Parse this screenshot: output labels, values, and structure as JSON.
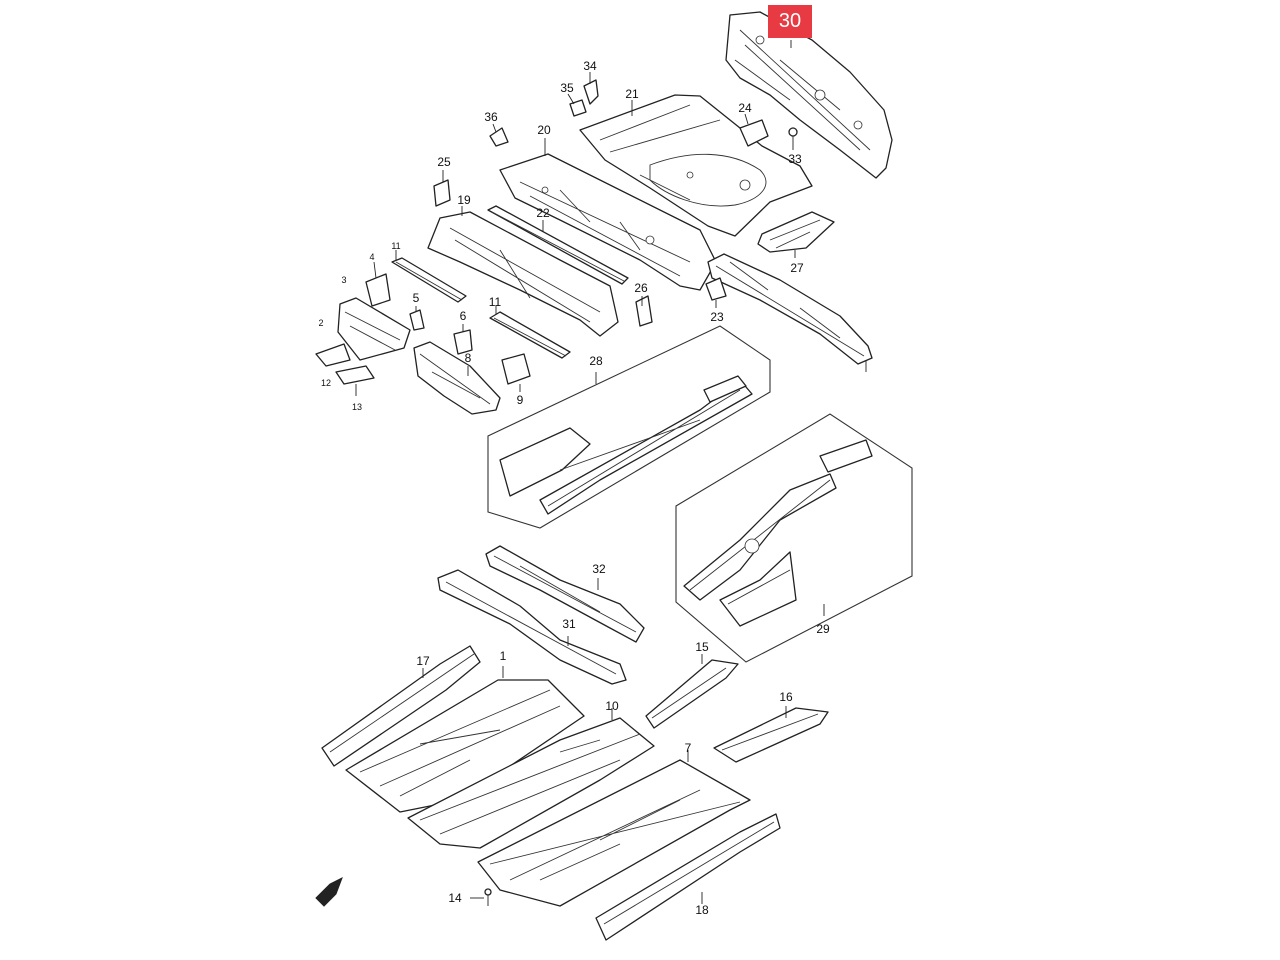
{
  "diagram": {
    "highlighted_part": "30",
    "callouts": [
      {
        "id": "c30",
        "label": "30"
      },
      {
        "id": "c34",
        "label": "34"
      },
      {
        "id": "c35",
        "label": "35"
      },
      {
        "id": "c21",
        "label": "21"
      },
      {
        "id": "c24",
        "label": "24"
      },
      {
        "id": "c33",
        "label": "33"
      },
      {
        "id": "c36",
        "label": "36"
      },
      {
        "id": "c20",
        "label": "20"
      },
      {
        "id": "c25",
        "label": "25"
      },
      {
        "id": "c19",
        "label": "19"
      },
      {
        "id": "c22",
        "label": "22"
      },
      {
        "id": "c27",
        "label": "27"
      },
      {
        "id": "c11a",
        "label": "11"
      },
      {
        "id": "c4",
        "label": "4"
      },
      {
        "id": "c3",
        "label": "3"
      },
      {
        "id": "c5",
        "label": "5"
      },
      {
        "id": "c26",
        "label": "26"
      },
      {
        "id": "c23",
        "label": "23"
      },
      {
        "id": "c11b",
        "label": "11"
      },
      {
        "id": "c6",
        "label": "6"
      },
      {
        "id": "c2",
        "label": "2"
      },
      {
        "id": "c8",
        "label": "8"
      },
      {
        "id": "c28",
        "label": "28"
      },
      {
        "id": "c12",
        "label": "12"
      },
      {
        "id": "c9",
        "label": "9"
      },
      {
        "id": "c13",
        "label": "13"
      },
      {
        "id": "c32",
        "label": "32"
      },
      {
        "id": "c31",
        "label": "31"
      },
      {
        "id": "c29",
        "label": "29"
      },
      {
        "id": "c15",
        "label": "15"
      },
      {
        "id": "c17",
        "label": "17"
      },
      {
        "id": "c1",
        "label": "1"
      },
      {
        "id": "c16",
        "label": "16"
      },
      {
        "id": "c10",
        "label": "10"
      },
      {
        "id": "c7",
        "label": "7"
      },
      {
        "id": "c14",
        "label": "14"
      },
      {
        "id": "c18",
        "label": "18"
      }
    ]
  },
  "colors": {
    "highlight": "#e83a43",
    "line": "#222222",
    "background": "#ffffff"
  },
  "icons": {
    "front_indicator": "front-arrow-icon"
  }
}
